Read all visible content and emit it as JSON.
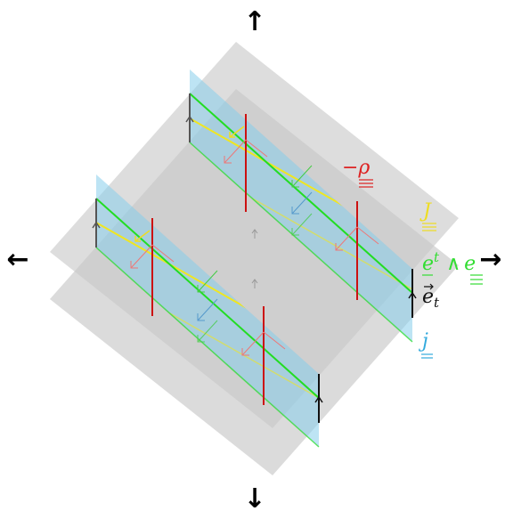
{
  "diagram": {
    "labels": {
      "rho": "−ρ",
      "J": "J",
      "e_wedge": "e",
      "e_sup": "t",
      "wedge_sym": "∧",
      "e_t": "e",
      "e_t_sub": "t",
      "j": "j"
    },
    "arrows": {
      "up": "↑",
      "down": "↓",
      "left": "←",
      "right": "→"
    },
    "colors": {
      "rho": "#dd2222",
      "J": "#eedd22",
      "e_wedge": "#33dd33",
      "e_t": "#111111",
      "j": "#33aadd",
      "sheet_gray": "#bbbbbb",
      "sheet_blue": "#87ceeb",
      "line_green": "#22dd22",
      "line_yellow": "#f0e620",
      "line_red": "#cc1111"
    }
  }
}
